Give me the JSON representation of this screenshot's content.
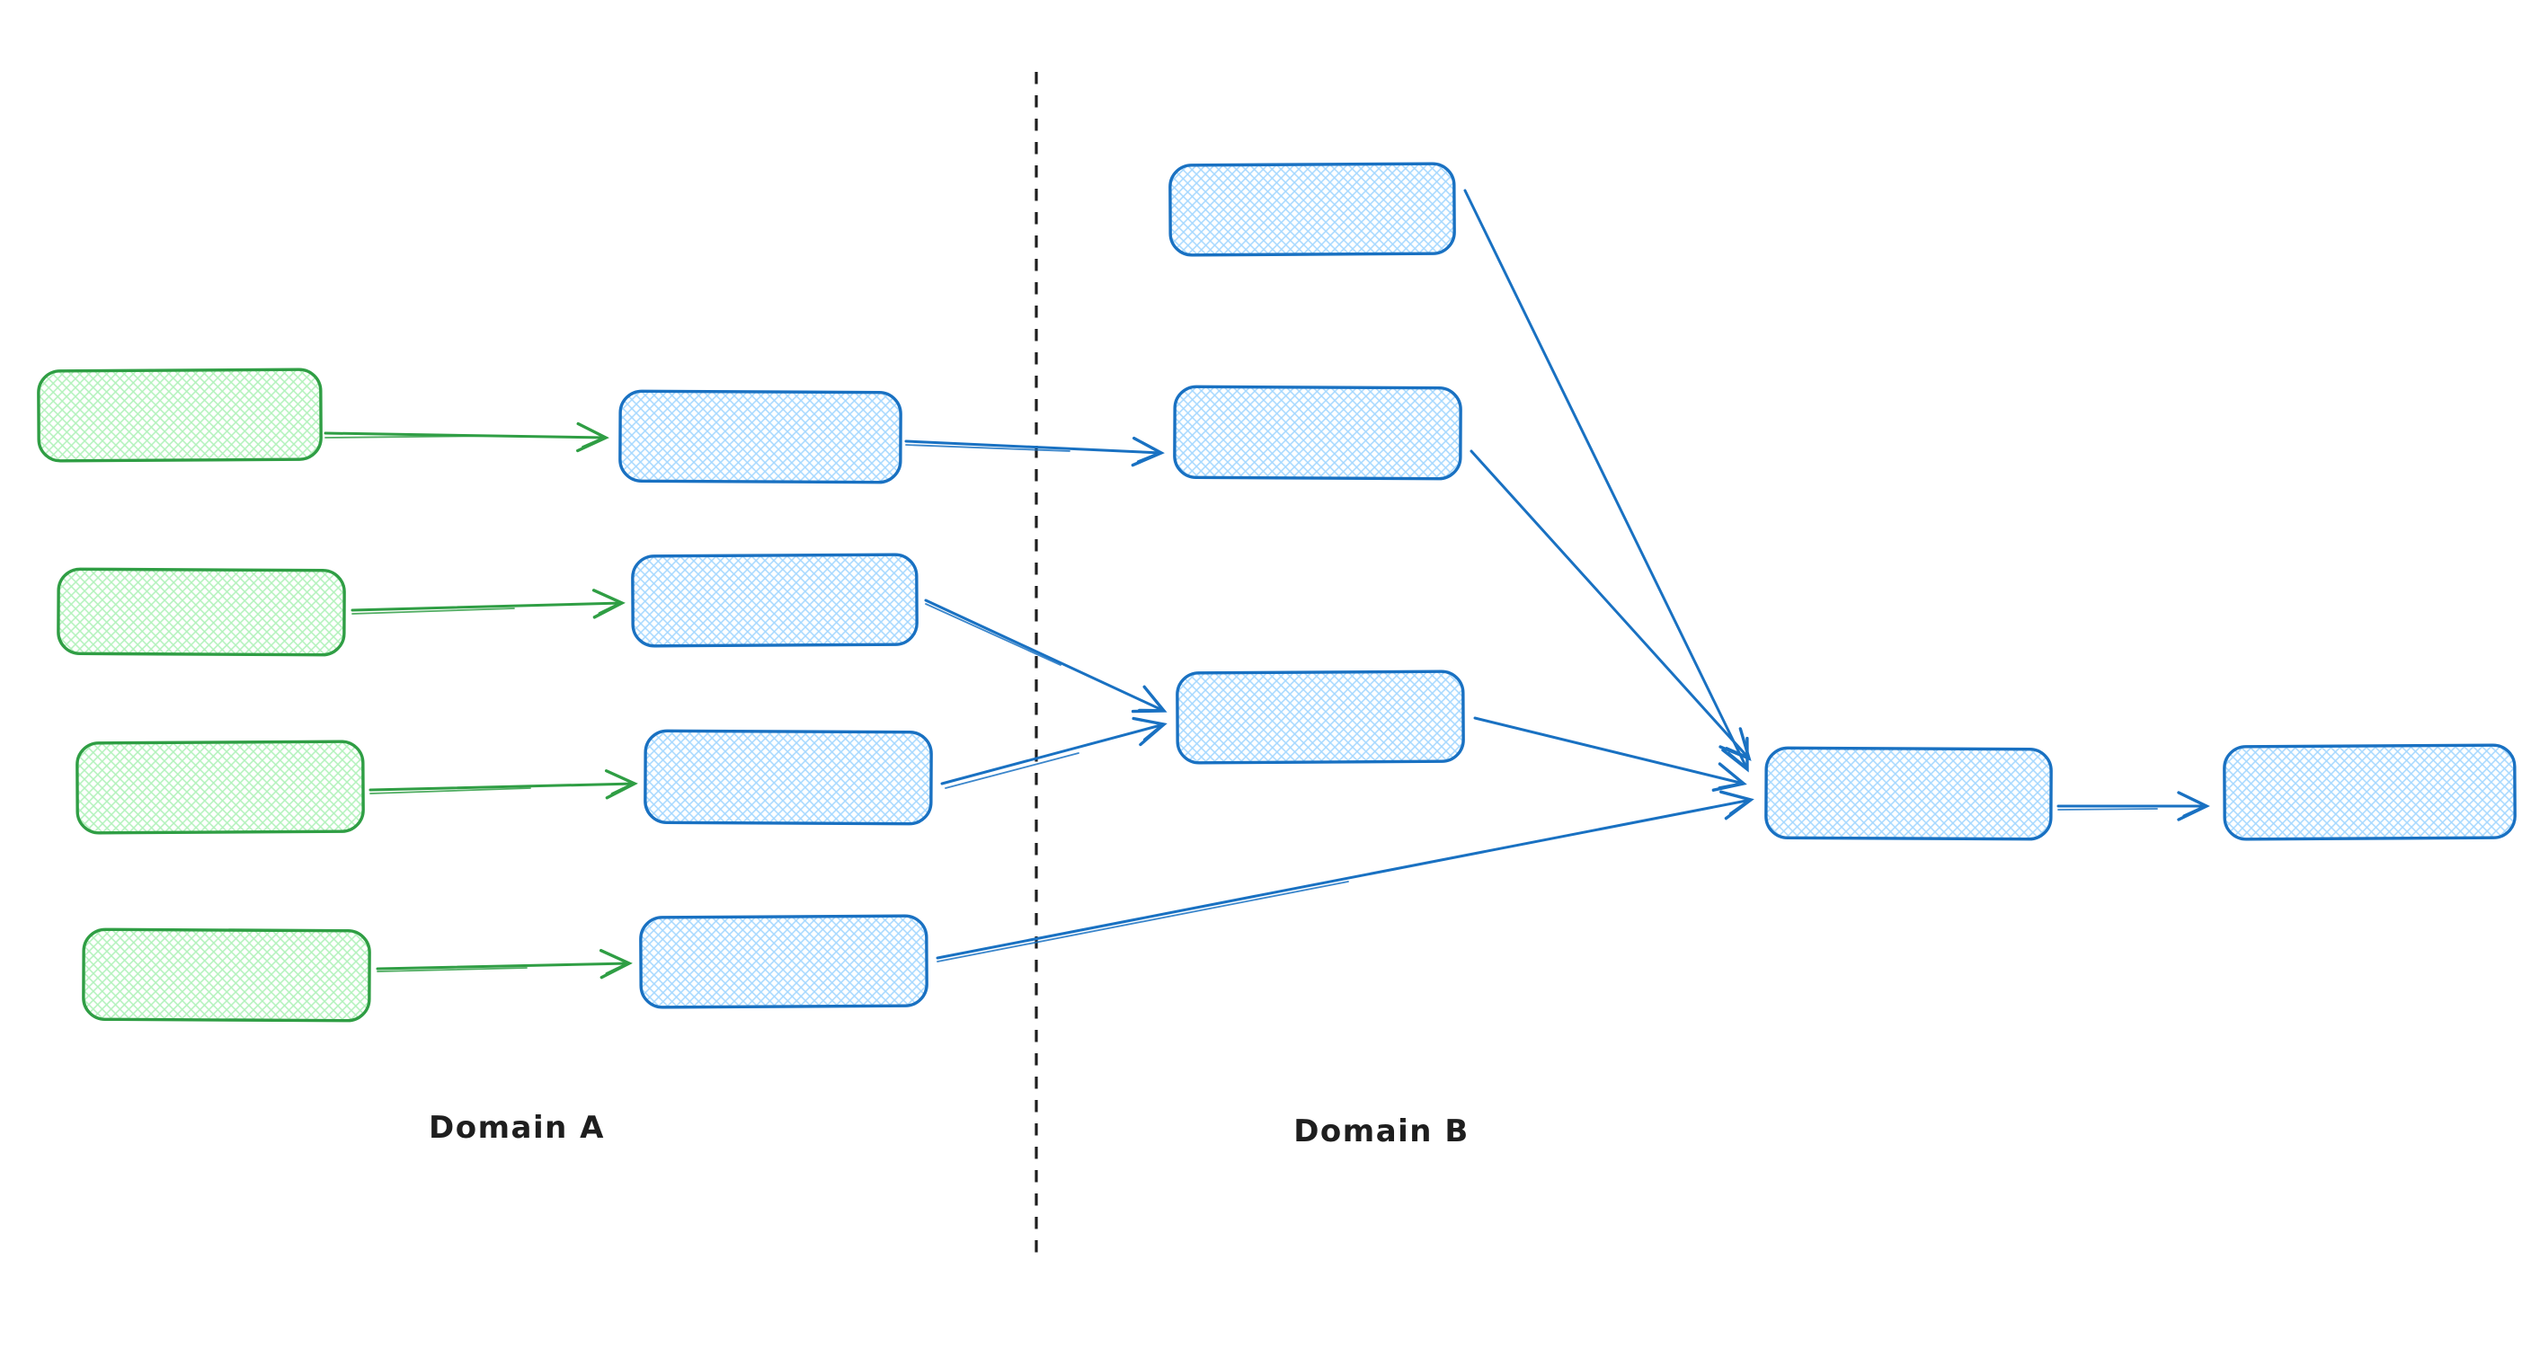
{
  "diagram": {
    "labels": {
      "domain_a": "Domain A",
      "domain_b": "Domain B"
    },
    "colors": {
      "green_stroke": "#2f9e44",
      "green_fill": "#b2f2bb",
      "blue_stroke": "#1971c2",
      "blue_fill": "#a5d8ff",
      "ink": "#1e1e1e",
      "background": "#ffffff"
    },
    "domains": [
      {
        "id": "domain-a",
        "label": "Domain A",
        "side": "left-of-dashed-divider"
      },
      {
        "id": "domain-b",
        "label": "Domain B",
        "side": "right-of-dashed-divider"
      }
    ],
    "nodes": [
      {
        "id": "a-source-1",
        "domain": "domain-a",
        "style": "green-crosshatch",
        "label": ""
      },
      {
        "id": "a-source-2",
        "domain": "domain-a",
        "style": "green-crosshatch",
        "label": ""
      },
      {
        "id": "a-source-3",
        "domain": "domain-a",
        "style": "green-crosshatch",
        "label": ""
      },
      {
        "id": "a-source-4",
        "domain": "domain-a",
        "style": "green-crosshatch",
        "label": ""
      },
      {
        "id": "a-process-1",
        "domain": "domain-a",
        "style": "blue-crosshatch",
        "label": ""
      },
      {
        "id": "a-process-2",
        "domain": "domain-a",
        "style": "blue-crosshatch",
        "label": ""
      },
      {
        "id": "a-process-3",
        "domain": "domain-a",
        "style": "blue-crosshatch",
        "label": ""
      },
      {
        "id": "a-process-4",
        "domain": "domain-a",
        "style": "blue-crosshatch",
        "label": ""
      },
      {
        "id": "b-stage-1",
        "domain": "domain-b",
        "style": "blue-crosshatch",
        "label": ""
      },
      {
        "id": "b-stage-2",
        "domain": "domain-b",
        "style": "blue-crosshatch",
        "label": ""
      },
      {
        "id": "b-stage-3",
        "domain": "domain-b",
        "style": "blue-crosshatch",
        "label": ""
      },
      {
        "id": "b-collector",
        "domain": "domain-b",
        "style": "blue-crosshatch",
        "label": ""
      },
      {
        "id": "b-output",
        "domain": "domain-b",
        "style": "blue-crosshatch",
        "label": ""
      }
    ],
    "edges": [
      {
        "from": "a-source-1",
        "to": "a-process-1",
        "color": "green"
      },
      {
        "from": "a-source-2",
        "to": "a-process-2",
        "color": "green"
      },
      {
        "from": "a-source-3",
        "to": "a-process-3",
        "color": "green"
      },
      {
        "from": "a-source-4",
        "to": "a-process-4",
        "color": "green"
      },
      {
        "from": "a-process-1",
        "to": "b-stage-2",
        "color": "blue"
      },
      {
        "from": "a-process-2",
        "to": "b-stage-3",
        "color": "blue"
      },
      {
        "from": "a-process-3",
        "to": "b-stage-3",
        "color": "blue"
      },
      {
        "from": "a-process-4",
        "to": "b-collector",
        "color": "blue"
      },
      {
        "from": "b-stage-1",
        "to": "b-collector",
        "color": "blue"
      },
      {
        "from": "b-stage-2",
        "to": "b-collector",
        "color": "blue"
      },
      {
        "from": "b-stage-3",
        "to": "b-collector",
        "color": "blue"
      },
      {
        "from": "b-collector",
        "to": "b-output",
        "color": "blue"
      }
    ]
  }
}
